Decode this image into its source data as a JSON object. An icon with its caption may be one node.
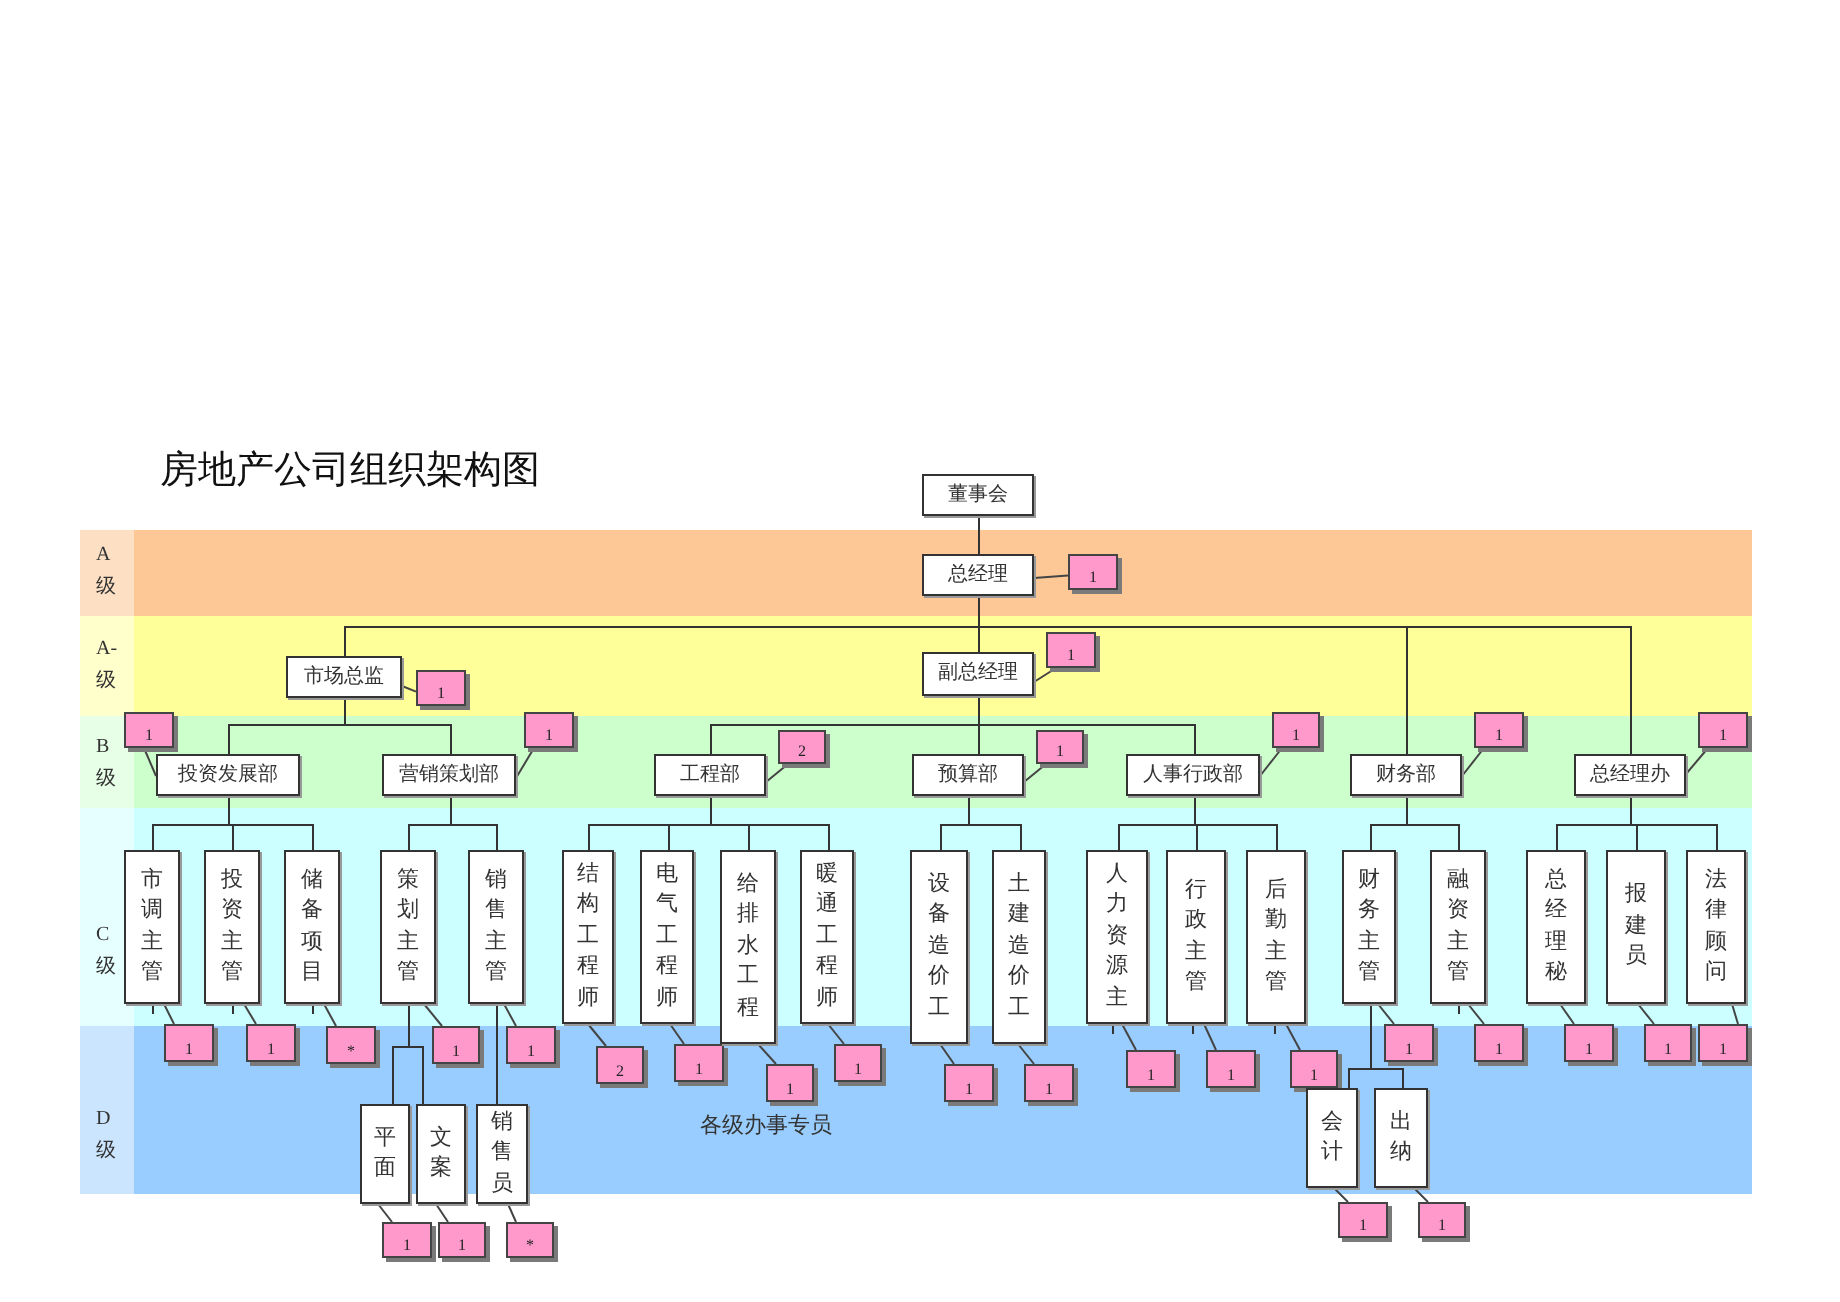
{
  "diagram": {
    "title": "房地产公司组织架构图",
    "nodes": [
      {
        "text": [
          "董事会"
        ]
      },
      {
        "text": [
          "总经理"
        ]
      },
      {
        "text": [
          "1"
        ]
      },
      {
        "text": [
          "市场总监"
        ]
      },
      {
        "text": [
          "1"
        ]
      },
      {
        "text": [
          "副总经理"
        ]
      },
      {
        "text": [
          "1"
        ]
      },
      {
        "text": [
          "投资发展部"
        ]
      },
      {
        "text": [
          "1"
        ]
      },
      {
        "text": [
          "营销策划部"
        ]
      },
      {
        "text": [
          "1"
        ]
      },
      {
        "text": [
          "工程部"
        ]
      },
      {
        "text": [
          "2"
        ]
      },
      {
        "text": [
          "预算部"
        ]
      },
      {
        "text": [
          "1"
        ]
      },
      {
        "text": [
          "人事行政部"
        ]
      },
      {
        "text": [
          "1"
        ]
      },
      {
        "text": [
          "财务部"
        ]
      },
      {
        "text": [
          "1"
        ]
      },
      {
        "text": [
          "总经理办"
        ]
      },
      {
        "text": [
          "1"
        ]
      },
      {
        "text": [
          "市调主管"
        ]
      },
      {
        "text": [
          "1"
        ]
      },
      {
        "text": [
          "投资主管"
        ]
      },
      {
        "text": [
          "1"
        ]
      },
      {
        "text": [
          "储备项目"
        ]
      },
      {
        "text": [
          "*"
        ]
      },
      {
        "text": [
          "策划主管"
        ]
      },
      {
        "text": [
          "1"
        ]
      },
      {
        "text": [
          "销售主管"
        ]
      },
      {
        "text": [
          "1"
        ]
      },
      {
        "text": [
          "结构工程师"
        ]
      },
      {
        "text": [
          "2"
        ]
      },
      {
        "text": [
          "电气工程师"
        ]
      },
      {
        "text": [
          "1"
        ]
      },
      {
        "text": [
          "给排水工程"
        ]
      },
      {
        "text": [
          "1"
        ]
      },
      {
        "text": [
          "暖通工程师"
        ]
      },
      {
        "text": [
          "1"
        ]
      },
      {
        "text": [
          "设备造价工"
        ]
      },
      {
        "text": [
          "1"
        ]
      },
      {
        "text": [
          "土建造价工"
        ]
      },
      {
        "text": [
          "1"
        ]
      },
      {
        "text": [
          "人力资源主"
        ]
      },
      {
        "text": [
          "1"
        ]
      },
      {
        "text": [
          "行政主管"
        ]
      },
      {
        "text": [
          "1"
        ]
      },
      {
        "text": [
          "后勤主管"
        ]
      },
      {
        "text": [
          "1"
        ]
      },
      {
        "text": [
          "财务主管"
        ]
      },
      {
        "text": [
          "1"
        ]
      },
      {
        "text": [
          "融资主管"
        ]
      },
      {
        "text": [
          "1"
        ]
      },
      {
        "text": [
          "总经理秘"
        ]
      },
      {
        "text": [
          "1"
        ]
      },
      {
        "text": [
          "报建员"
        ]
      },
      {
        "text": [
          "1"
        ]
      },
      {
        "text": [
          "法律顾问"
        ]
      },
      {
        "text": [
          "1"
        ]
      },
      {
        "text": [
          "平面"
        ]
      },
      {
        "text": [
          "1"
        ]
      },
      {
        "text": [
          "文案"
        ]
      },
      {
        "text": [
          "1"
        ]
      },
      {
        "text": [
          "销售员"
        ]
      },
      {
        "text": [
          "*"
        ]
      },
      {
        "text": [
          "会计"
        ]
      },
      {
        "text": [
          "1"
        ]
      },
      {
        "text": [
          "出纳"
        ]
      },
      {
        "text": [
          "1"
        ]
      }
    ],
    "edges": [
      {
        "from": 0,
        "to": 1,
        "arrow": "none"
      },
      {
        "from": 1,
        "to": 3,
        "arrow": "none"
      },
      {
        "from": 1,
        "to": 5,
        "arrow": "none"
      },
      {
        "from": 1,
        "to": 17,
        "arrow": "none"
      },
      {
        "from": 1,
        "to": 19,
        "arrow": "none"
      },
      {
        "from": 3,
        "to": 7,
        "arrow": "none"
      },
      {
        "from": 3,
        "to": 9,
        "arrow": "none"
      },
      {
        "from": 5,
        "to": 11,
        "arrow": "none"
      },
      {
        "from": 5,
        "to": 13,
        "arrow": "none"
      },
      {
        "from": 5,
        "to": 15,
        "arrow": "none"
      },
      {
        "from": 7,
        "to": 21,
        "arrow": "none"
      },
      {
        "from": 7,
        "to": 23,
        "arrow": "none"
      },
      {
        "from": 7,
        "to": 25,
        "arrow": "none"
      },
      {
        "from": 9,
        "to": 27,
        "arrow": "none"
      },
      {
        "from": 9,
        "to": 29,
        "arrow": "none"
      },
      {
        "from": 11,
        "to": 31,
        "arrow": "none"
      },
      {
        "from": 11,
        "to": 33,
        "arrow": "none"
      },
      {
        "from": 11,
        "to": 35,
        "arrow": "none"
      },
      {
        "from": 11,
        "to": 37,
        "arrow": "none"
      },
      {
        "from": 13,
        "to": 39,
        "arrow": "none"
      },
      {
        "from": 13,
        "to": 41,
        "arrow": "none"
      },
      {
        "from": 15,
        "to": 43,
        "arrow": "none"
      },
      {
        "from": 15,
        "to": 45,
        "arrow": "none"
      },
      {
        "from": 15,
        "to": 47,
        "arrow": "none"
      },
      {
        "from": 17,
        "to": 49,
        "arrow": "none"
      },
      {
        "from": 17,
        "to": 51,
        "arrow": "none"
      },
      {
        "from": 19,
        "to": 53,
        "arrow": "none"
      },
      {
        "from": 19,
        "to": 55,
        "arrow": "none"
      },
      {
        "from": 19,
        "to": 57,
        "arrow": "none"
      },
      {
        "from": 27,
        "to": 59,
        "arrow": "none"
      },
      {
        "from": 27,
        "to": 61,
        "arrow": "none"
      },
      {
        "from": 29,
        "to": 63,
        "arrow": "none"
      },
      {
        "from": 49,
        "to": 65,
        "arrow": "none"
      },
      {
        "from": 49,
        "to": 67,
        "arrow": "none"
      },
      {
        "from": 2,
        "to": 1,
        "arrow": "none"
      },
      {
        "from": 4,
        "to": 3,
        "arrow": "none"
      },
      {
        "from": 6,
        "to": 5,
        "arrow": "none"
      },
      {
        "from": 8,
        "to": 7,
        "arrow": "none"
      },
      {
        "from": 10,
        "to": 9,
        "arrow": "none"
      },
      {
        "from": 12,
        "to": 11,
        "arrow": "none"
      },
      {
        "from": 14,
        "to": 13,
        "arrow": "none"
      },
      {
        "from": 16,
        "to": 15,
        "arrow": "none"
      },
      {
        "from": 18,
        "to": 17,
        "arrow": "none"
      },
      {
        "from": 20,
        "to": 19,
        "arrow": "none"
      },
      {
        "from": 22,
        "to": 21,
        "arrow": "none"
      },
      {
        "from": 24,
        "to": 23,
        "arrow": "none"
      },
      {
        "from": 26,
        "to": 25,
        "arrow": "none"
      },
      {
        "from": 28,
        "to": 27,
        "arrow": "none"
      },
      {
        "from": 30,
        "to": 29,
        "arrow": "none"
      },
      {
        "from": 32,
        "to": 31,
        "arrow": "none"
      },
      {
        "from": 34,
        "to": 33,
        "arrow": "none"
      },
      {
        "from": 36,
        "to": 35,
        "arrow": "none"
      },
      {
        "from": 38,
        "to": 37,
        "arrow": "none"
      },
      {
        "from": 40,
        "to": 39,
        "arrow": "none"
      },
      {
        "from": 42,
        "to": 41,
        "arrow": "none"
      },
      {
        "from": 44,
        "to": 43,
        "arrow": "none"
      },
      {
        "from": 46,
        "to": 45,
        "arrow": "none"
      },
      {
        "from": 48,
        "to": 47,
        "arrow": "none"
      },
      {
        "from": 50,
        "to": 49,
        "arrow": "none"
      },
      {
        "from": 52,
        "to": 51,
        "arrow": "none"
      },
      {
        "from": 54,
        "to": 53,
        "arrow": "none"
      },
      {
        "from": 56,
        "to": 55,
        "arrow": "none"
      },
      {
        "from": 58,
        "to": 57,
        "arrow": "none"
      },
      {
        "from": 60,
        "to": 59,
        "arrow": "none"
      },
      {
        "from": 62,
        "to": 61,
        "arrow": "none"
      },
      {
        "from": 64,
        "to": 63,
        "arrow": "none"
      },
      {
        "from": 66,
        "to": 65,
        "arrow": "none"
      },
      {
        "from": 68,
        "to": 67,
        "arrow": "none"
      },
      {
        "from": 21,
        "to": null,
        "arrow": "none"
      },
      {
        "from": 23,
        "to": null,
        "arrow": "none"
      },
      {
        "from": 25,
        "to": null,
        "arrow": "none"
      },
      {
        "from": 43,
        "to": null,
        "arrow": "none"
      },
      {
        "from": 45,
        "to": null,
        "arrow": "none"
      },
      {
        "from": 47,
        "to": null,
        "arrow": "none"
      },
      {
        "from": 51,
        "to": null,
        "arrow": "none"
      }
    ],
    "labels": [
      "A级",
      "A-级",
      "B级",
      "C级",
      "D级",
      "各级办事专员"
    ]
  }
}
